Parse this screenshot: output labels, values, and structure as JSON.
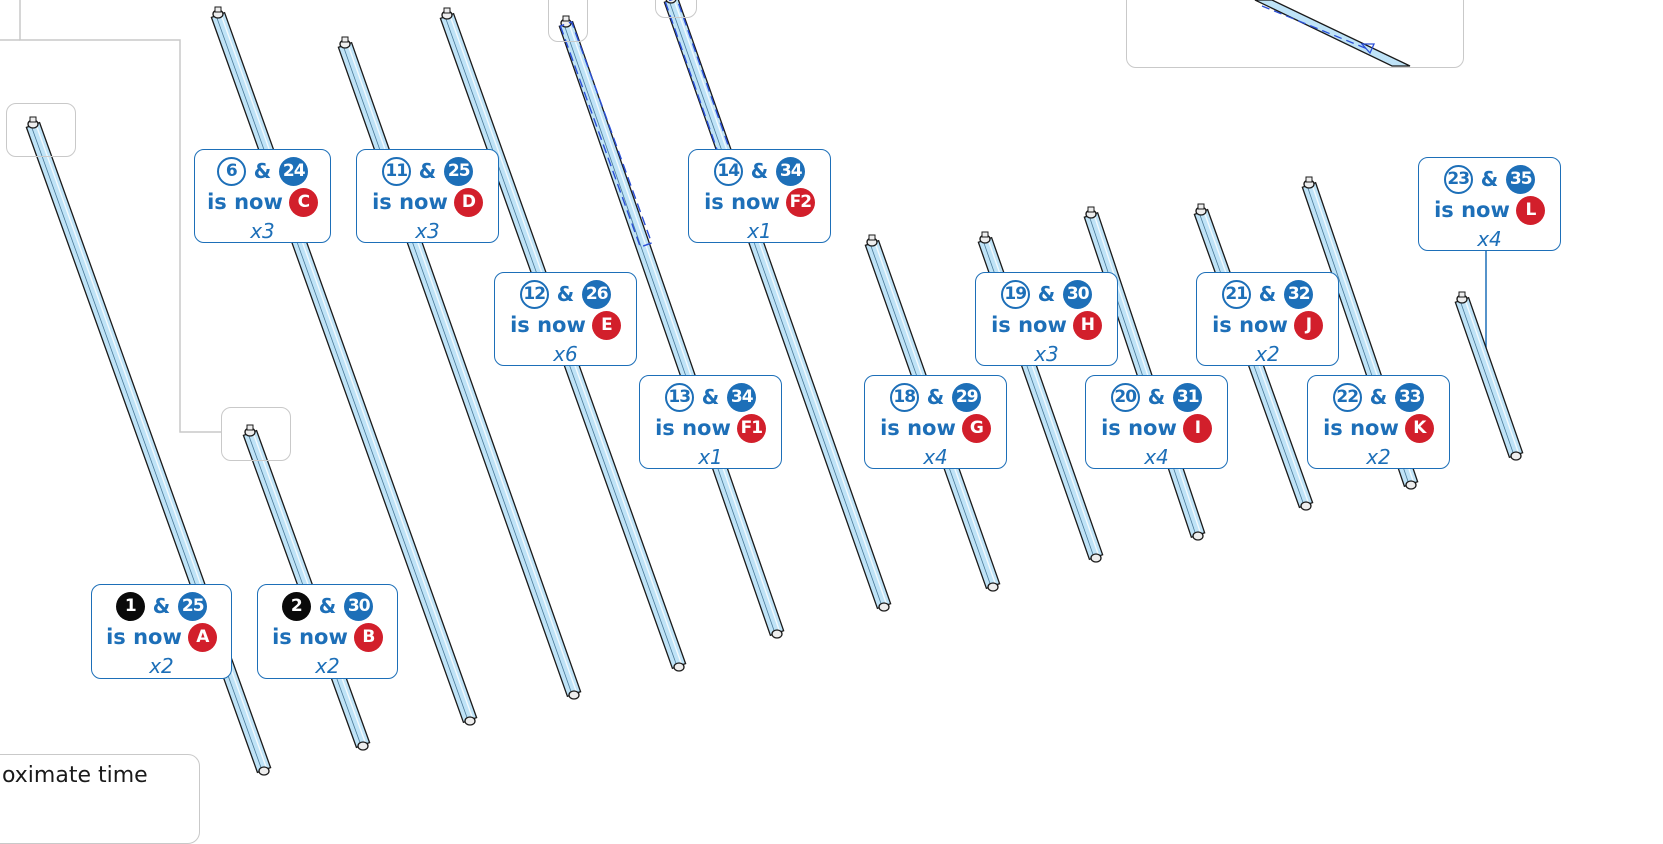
{
  "footer": {
    "time_text": "oximate time"
  },
  "labels": [
    {
      "ref_a": "1",
      "ref_a_style": "black",
      "ref_b": "25",
      "is_now": "is now",
      "letter": "A",
      "qty": "x2"
    },
    {
      "ref_a": "2",
      "ref_a_style": "black",
      "ref_b": "30",
      "is_now": "is now",
      "letter": "B",
      "qty": "x2"
    },
    {
      "ref_a": "6",
      "ref_a_style": "outline",
      "ref_b": "24",
      "is_now": "is now",
      "letter": "C",
      "qty": "x3"
    },
    {
      "ref_a": "11",
      "ref_a_style": "outline",
      "ref_b": "25",
      "is_now": "is now",
      "letter": "D",
      "qty": "x3"
    },
    {
      "ref_a": "12",
      "ref_a_style": "outline",
      "ref_b": "26",
      "is_now": "is now",
      "letter": "E",
      "qty": "x6"
    },
    {
      "ref_a": "13",
      "ref_a_style": "outline",
      "ref_b": "34",
      "is_now": "is now",
      "letter": "F1",
      "qty": "x1"
    },
    {
      "ref_a": "14",
      "ref_a_style": "outline",
      "ref_b": "34",
      "is_now": "is now",
      "letter": "F2",
      "qty": "x1"
    },
    {
      "ref_a": "18",
      "ref_a_style": "outline",
      "ref_b": "29",
      "is_now": "is now",
      "letter": "G",
      "qty": "x4"
    },
    {
      "ref_a": "19",
      "ref_a_style": "outline",
      "ref_b": "30",
      "is_now": "is now",
      "letter": "H",
      "qty": "x3"
    },
    {
      "ref_a": "20",
      "ref_a_style": "outline",
      "ref_b": "31",
      "is_now": "is now",
      "letter": "I",
      "qty": "x4"
    },
    {
      "ref_a": "21",
      "ref_a_style": "outline",
      "ref_b": "32",
      "is_now": "is now",
      "letter": "J",
      "qty": "x2"
    },
    {
      "ref_a": "22",
      "ref_a_style": "outline",
      "ref_b": "33",
      "is_now": "is now",
      "letter": "K",
      "qty": "x2"
    },
    {
      "ref_a": "23",
      "ref_a_style": "outline",
      "ref_b": "35",
      "is_now": "is now",
      "letter": "L",
      "qty": "x4"
    }
  ],
  "colors": {
    "label_blue": "#1d6fb8",
    "letter_red": "#d21f2b",
    "rod_fill": "#bfe3f7",
    "rod_outline": "#1a1a1a",
    "highlight_blue": "#2a4fd8",
    "callout_grey": "#c9c9c9"
  }
}
